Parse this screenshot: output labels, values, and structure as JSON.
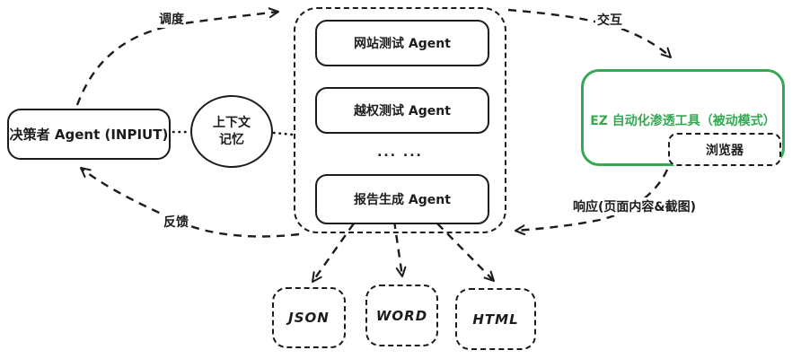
{
  "accent_color": "#34a853",
  "diagram": {
    "nodes": {
      "decision_agent": "决策者 Agent (INPIUT)",
      "context_memory": [
        "上下文",
        "记忆"
      ],
      "sub_agents": [
        "网站测试 Agent",
        "越权测试 Agent",
        "报告生成 Agent"
      ],
      "ellipsis": "... ...",
      "pentest_tool": "EZ 自动化渗透工具（被动模式）",
      "browser": "浏览器",
      "outputs": [
        "JSON",
        "WORD",
        "HTML"
      ]
    },
    "edges": {
      "dispatch": "调度",
      "interact": "交互",
      "feedback": "反馈",
      "response": "响应(页面内容&截图)"
    }
  }
}
